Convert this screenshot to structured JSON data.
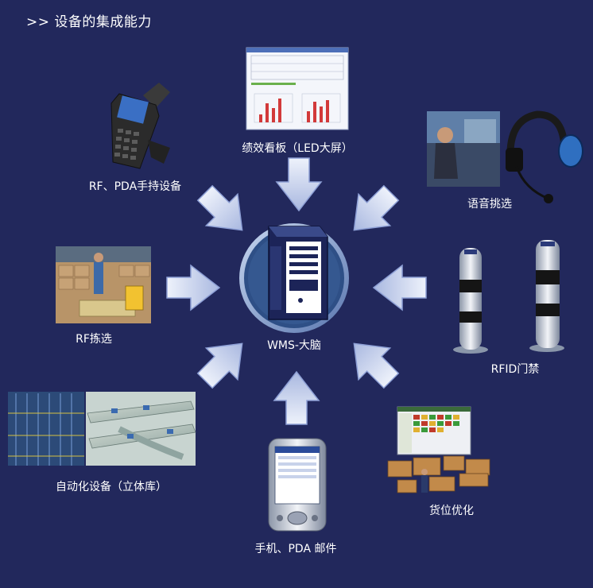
{
  "title": ">> 设备的集成能力",
  "center": {
    "label": "WMS-大脑"
  },
  "nodes": [
    {
      "id": "rf-pda",
      "label": "RF、PDA手持设备",
      "icon": "handheld-scanner-icon"
    },
    {
      "id": "dashboard",
      "label": "绩效看板（LED大屏）",
      "icon": "dashboard-screen-icon"
    },
    {
      "id": "voice",
      "label": "语音挑选",
      "icon": "headset-icon"
    },
    {
      "id": "rf-pick",
      "label": "RF拣选",
      "icon": "warehouse-picking-icon"
    },
    {
      "id": "rfid",
      "label": "RFID门禁",
      "icon": "rfid-gate-icon"
    },
    {
      "id": "automation",
      "label": "自动化设备（立体库）",
      "icon": "conveyor-icon"
    },
    {
      "id": "mobile",
      "label": "手机、PDA 邮件",
      "icon": "pda-phone-icon"
    },
    {
      "id": "slotting",
      "label": "货位优化",
      "icon": "slotting-screen-icon"
    }
  ],
  "colors": {
    "background": "#22285c",
    "arrow_fill": "#c9d4ef",
    "arrow_stroke": "#8ea0d6",
    "server_body": "#1c2458",
    "ring": "#9db4d8"
  }
}
